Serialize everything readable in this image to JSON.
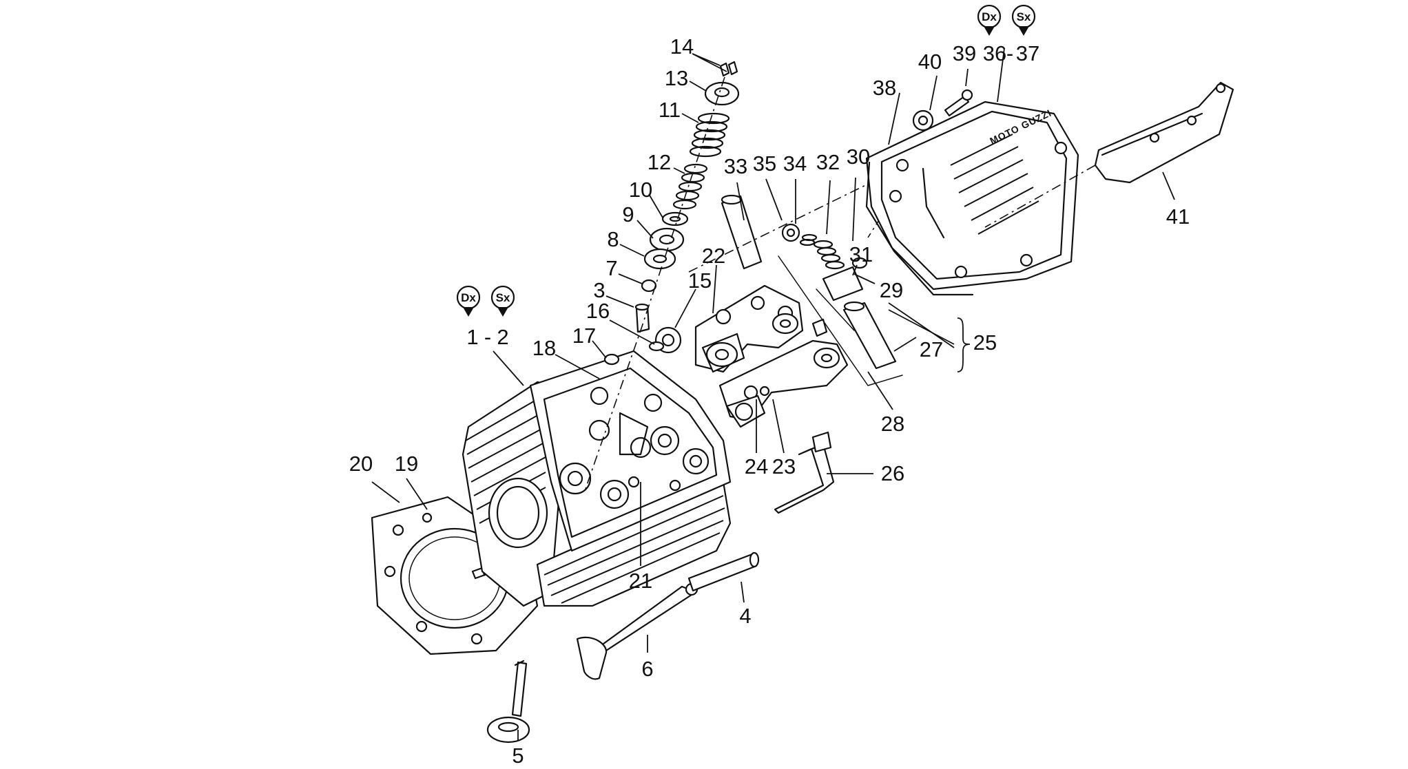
{
  "badges": {
    "head_dx": "Dx",
    "head_sx": "Sx",
    "cover_dx": "Dx",
    "cover_sx": "Sx"
  },
  "head_label": {
    "a": "1",
    "sep": "-",
    "b": "2"
  },
  "cover_label": {
    "a": "36",
    "sep": "-",
    "b": "37"
  },
  "brand_text": "MOTO GUZZI",
  "labels": {
    "p3": "3",
    "p4": "4",
    "p5": "5",
    "p6": "6",
    "p7": "7",
    "p8": "8",
    "p9": "9",
    "p10": "10",
    "p11": "11",
    "p12": "12",
    "p13": "13",
    "p14": "14",
    "p15": "15",
    "p16": "16",
    "p17": "17",
    "p18": "18",
    "p19": "19",
    "p20": "20",
    "p21": "21",
    "p22": "22",
    "p23": "23",
    "p24": "24",
    "p25": "25",
    "p26": "26",
    "p27": "27",
    "p28": "28",
    "p29": "29",
    "p30": "30",
    "p31": "31",
    "p32": "32",
    "p33": "33",
    "p34": "34",
    "p35": "35",
    "p38": "38",
    "p39": "39",
    "p40": "40",
    "p41": "41"
  }
}
